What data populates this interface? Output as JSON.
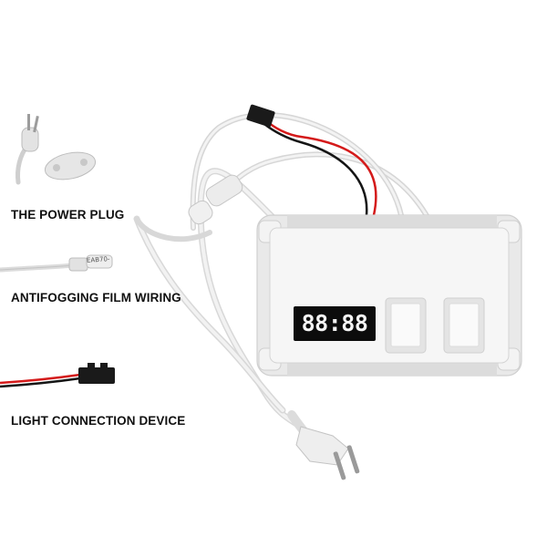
{
  "labels": {
    "power_plug": "THE POWER PLUG",
    "antifogging": "ANTIFOGGING FILM WIRING",
    "light_connection": "LIGHT CONNECTION DEVICE"
  },
  "device": {
    "display_digits": "88:88",
    "connector_marking": "EAB70-"
  },
  "colors": {
    "cable_white": "#ececec",
    "cable_red": "#d41a1a",
    "cable_black": "#151515",
    "connector_black": "#1a1a1a",
    "panel_white": "#f6f6f6",
    "led_display": "#0c0c0c"
  }
}
